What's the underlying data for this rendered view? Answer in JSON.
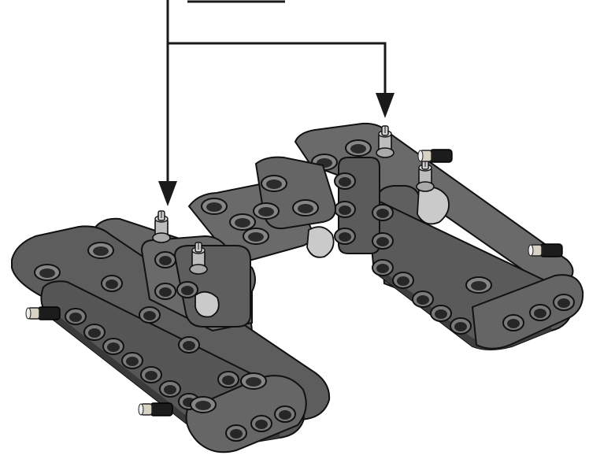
{
  "illustration": {
    "subject": "lego-technic-beam-assembly",
    "callout": {
      "arrows": [
        "pin-arrow-left",
        "pin-arrow-right"
      ]
    },
    "colors": {
      "background": "#ffffff",
      "beam_body": "#5f5f5f",
      "beam_top": "#737373",
      "beam_dark": "#3c3c3c",
      "outline": "#1a1a1a",
      "hole": "#2b2b2b",
      "connector_light": "#c9c9c9",
      "pin_tan": "#d8d2c4",
      "pin_black": "#1c1c1c",
      "line": "#1a1a1a"
    }
  }
}
